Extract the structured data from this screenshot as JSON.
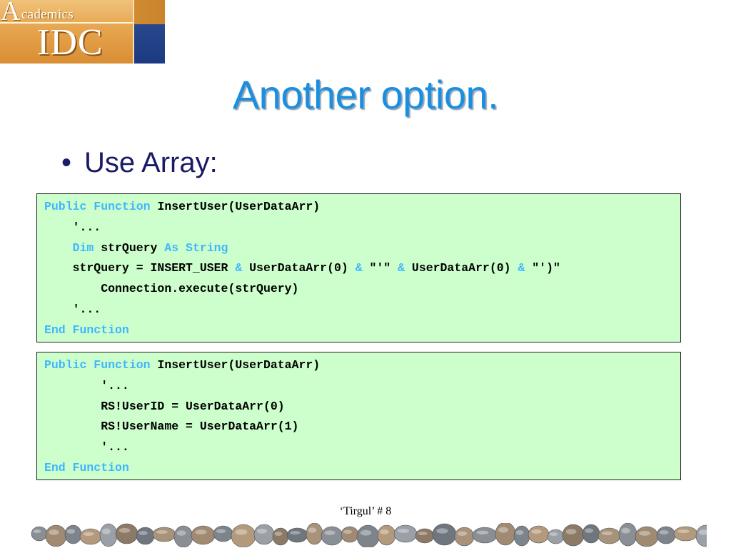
{
  "logo": {
    "letter": "A",
    "small_text": "cademics",
    "big_text": "IDC"
  },
  "slide": {
    "title": "Another option.",
    "bullet": "Use Array:",
    "footer": "‘Tirgul’ # 8"
  },
  "code_blocks": [
    {
      "lines": [
        [
          {
            "t": "Public Function ",
            "kw": true
          },
          {
            "t": "InsertUser(UserDataArr)",
            "kw": false
          }
        ],
        [
          {
            "t": "    '...",
            "kw": false
          }
        ],
        [
          {
            "t": "    Dim ",
            "kw": true
          },
          {
            "t": "strQuery ",
            "kw": false
          },
          {
            "t": "As String",
            "kw": true
          }
        ],
        [
          {
            "t": "    strQuery = INSERT_USER ",
            "kw": false
          },
          {
            "t": "&",
            "kw": true
          },
          {
            "t": " UserDataArr(0) ",
            "kw": false
          },
          {
            "t": "&",
            "kw": true
          },
          {
            "t": " \"'\" ",
            "kw": false
          },
          {
            "t": "&",
            "kw": true
          },
          {
            "t": " UserDataArr(0) ",
            "kw": false
          },
          {
            "t": "&",
            "kw": true
          },
          {
            "t": " \"')\"",
            "kw": false
          }
        ],
        [
          {
            "t": "        Connection.execute(strQuery)",
            "kw": false
          }
        ],
        [
          {
            "t": "    '...",
            "kw": false
          }
        ],
        [
          {
            "t": "End Function",
            "kw": true
          }
        ]
      ]
    },
    {
      "lines": [
        [
          {
            "t": "Public Function ",
            "kw": true
          },
          {
            "t": "InsertUser(UserDataArr)",
            "kw": false
          }
        ],
        [
          {
            "t": "        '...",
            "kw": false
          }
        ],
        [
          {
            "t": "        RS!UserID = UserDataArr(0)",
            "kw": false
          }
        ],
        [
          {
            "t": "        RS!UserName = UserDataArr(1)",
            "kw": false
          }
        ],
        [
          {
            "t": "        '...",
            "kw": false
          }
        ],
        [
          {
            "t": "End Function",
            "kw": true
          }
        ]
      ]
    }
  ],
  "colors": {
    "title": "#1a8fe0",
    "bullet": "#1a1a66",
    "keyword": "#3fb6ff",
    "code_background": "#ccffcc"
  }
}
